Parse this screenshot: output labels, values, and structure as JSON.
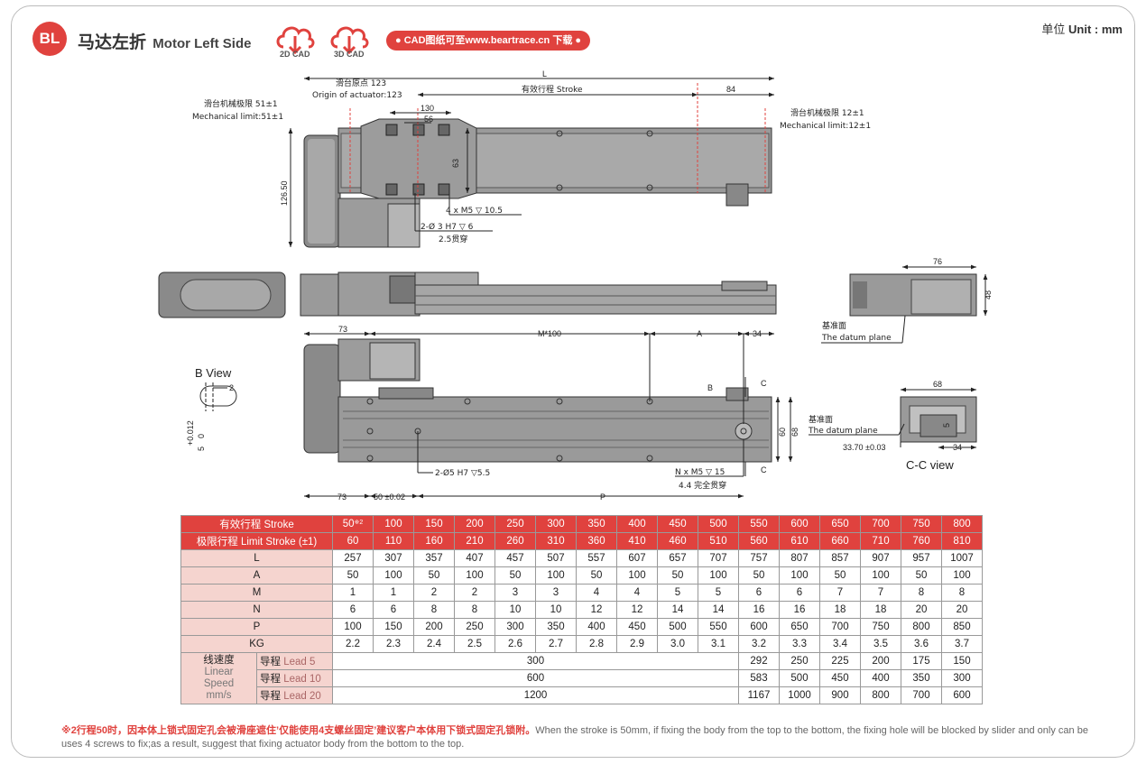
{
  "header": {
    "badge": "BL",
    "title_cn": "马达左折",
    "title_en": "Motor Left Side",
    "cad2d": "2D CAD",
    "cad3d": "3D CAD",
    "cad_link": "● CAD图纸可至www.beartrace.cn 下载 ●",
    "unit_label": "单位",
    "unit_value": "Unit : mm"
  },
  "colors": {
    "accent": "#e0423e",
    "row_label_bg": "#f5d4cf",
    "body_gray": "#9a9a9a"
  },
  "icons": [
    "cloud-download-icon",
    "cloud-download-icon"
  ],
  "drawing_labels": {
    "L": "L",
    "origin_cn": "滑台原点 123",
    "origin_en": "Origin of actuator:123",
    "stroke_cn": "有效行程 Stroke",
    "dim84": "84",
    "mech_left_cn": "滑台机械极限 51±1",
    "mech_left_en": "Mechanical limit:51±1",
    "mech_right_cn": "滑台机械极限 12±1",
    "mech_right_en": "Mechanical limit:12±1",
    "dim130": "130",
    "dim56": "56",
    "dim63": "63",
    "dim12650": "126.50",
    "hole_m5": "4 x  M5 ▽ 10.5",
    "hole_pin": "2-Ø 3 H7 ▽ 6",
    "hole_thru": "2.5贯穿",
    "dim76": "76",
    "dim48": "48",
    "datum_cn1": "基准面",
    "datum_en1": "The datum plane",
    "dim73a": "73",
    "dimM100": "M*100",
    "dimA": "A",
    "dim34a": "34",
    "bview": "B View",
    "bview_2": "2",
    "bview_tol": "+0.012",
    "bview_0": "0",
    "bview_5": "5",
    "labelB": "B",
    "labelC1": "C",
    "labelC2": "C",
    "dim60": "60",
    "dim68v": "68",
    "hole_pin2": "2-Ø5 H7 ▽5.5",
    "hole_nm5": "N x M5 ▽ 15",
    "hole_thru2": "4.4 完全贯穿",
    "dim73b": "73",
    "dim50": "50 ±0.02",
    "dimP": "P",
    "dim68h": "68",
    "datum_cn2": "基准面",
    "datum_en2": "The datum plane",
    "dim3370": "33.70 ±0.03",
    "dim34b": "34",
    "dim5": "5",
    "ccview": "C-C view"
  },
  "table": {
    "stroke_label": "有效行程 Stroke",
    "strokes": [
      "50",
      "100",
      "150",
      "200",
      "250",
      "300",
      "350",
      "400",
      "450",
      "500",
      "550",
      "600",
      "650",
      "700",
      "750",
      "800"
    ],
    "stroke_note": "※2",
    "limit_label": "极限行程 Limit Stroke (±1)",
    "limit": [
      "60",
      "110",
      "160",
      "210",
      "260",
      "310",
      "360",
      "410",
      "460",
      "510",
      "560",
      "610",
      "660",
      "710",
      "760",
      "810"
    ],
    "rows": [
      {
        "name": "L",
        "values": [
          "257",
          "307",
          "357",
          "407",
          "457",
          "507",
          "557",
          "607",
          "657",
          "707",
          "757",
          "807",
          "857",
          "907",
          "957",
          "1007"
        ]
      },
      {
        "name": "A",
        "values": [
          "50",
          "100",
          "50",
          "100",
          "50",
          "100",
          "50",
          "100",
          "50",
          "100",
          "50",
          "100",
          "50",
          "100",
          "50",
          "100"
        ]
      },
      {
        "name": "M",
        "values": [
          "1",
          "1",
          "2",
          "2",
          "3",
          "3",
          "4",
          "4",
          "5",
          "5",
          "6",
          "6",
          "7",
          "7",
          "8",
          "8"
        ]
      },
      {
        "name": "N",
        "values": [
          "6",
          "6",
          "8",
          "8",
          "10",
          "10",
          "12",
          "12",
          "14",
          "14",
          "16",
          "16",
          "18",
          "18",
          "20",
          "20"
        ]
      },
      {
        "name": "P",
        "values": [
          "100",
          "150",
          "200",
          "250",
          "300",
          "350",
          "400",
          "450",
          "500",
          "550",
          "600",
          "650",
          "700",
          "750",
          "800",
          "850"
        ]
      },
      {
        "name": "KG",
        "values": [
          "2.2",
          "2.3",
          "2.4",
          "2.5",
          "2.6",
          "2.7",
          "2.8",
          "2.9",
          "3.0",
          "3.1",
          "3.2",
          "3.3",
          "3.4",
          "3.5",
          "3.6",
          "3.7"
        ]
      }
    ],
    "speed_cn": "线速度",
    "speed_en1": "Linear",
    "speed_en2": "Speed",
    "speed_unit": "mm/s",
    "lead_cn": "导程",
    "leads": [
      {
        "lead_en": "Lead 5",
        "shared": "300",
        "values": [
          "292",
          "250",
          "225",
          "200",
          "175",
          "150"
        ]
      },
      {
        "lead_en": "Lead 10",
        "shared": "600",
        "values": [
          "583",
          "500",
          "450",
          "400",
          "350",
          "300"
        ]
      },
      {
        "lead_en": "Lead 20",
        "shared": "1200",
        "values": [
          "1167",
          "1000",
          "900",
          "800",
          "700",
          "600"
        ]
      }
    ]
  },
  "footnote": {
    "cn": "※2行程50时，因本体上锁式固定孔会被滑座遮住’仅能使用4支螺丝固定’建议客户本体用下锁式固定孔锁附。",
    "en": "When the stroke is 50mm, if fixing the body from the top to the bottom, the fixing hole will be blocked by slider and only can be uses 4 screws to fix;as a result, suggest that fixing actuator body from the bottom to the top."
  }
}
